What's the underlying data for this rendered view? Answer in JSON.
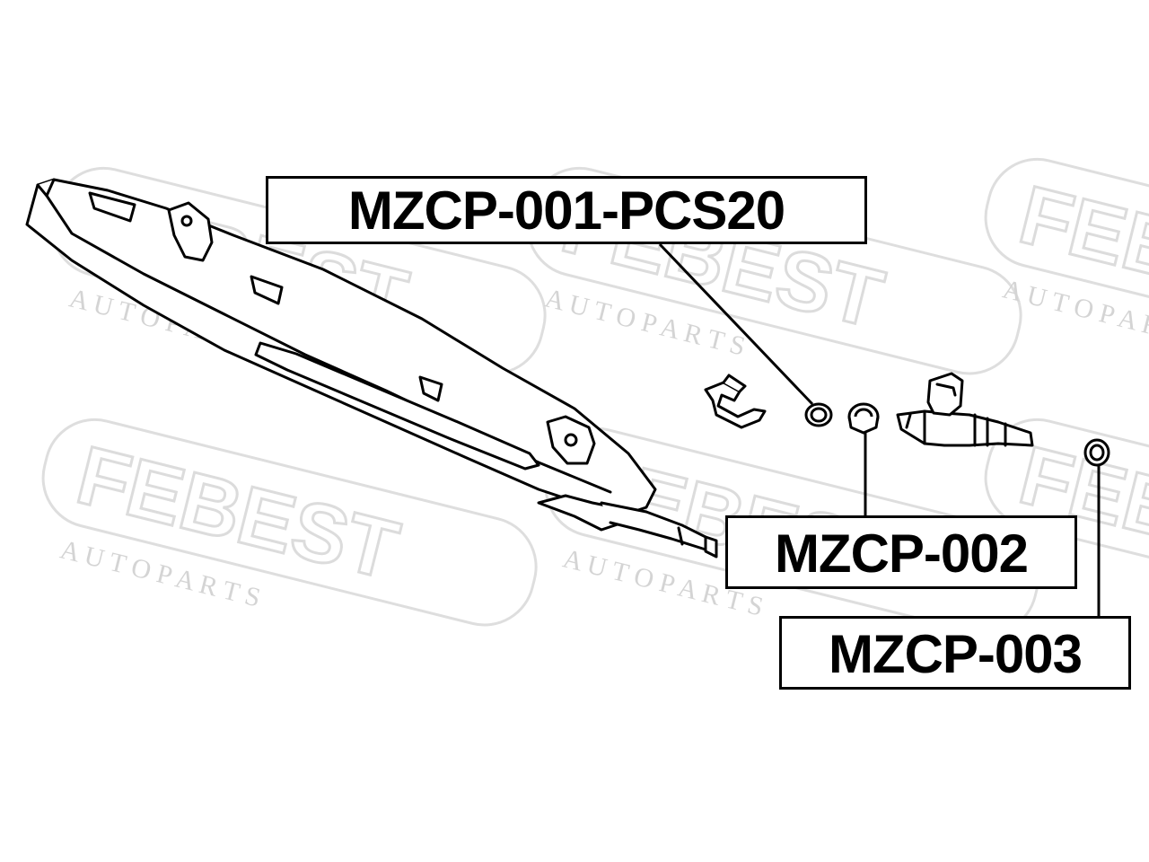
{
  "diagram": {
    "watermark": {
      "brand": "FEBEST",
      "subtitle": "A U T O   P A R T S"
    },
    "parts": [
      {
        "part_number": "MZCP-001-PCS20"
      },
      {
        "part_number": "MZCP-002"
      },
      {
        "part_number": "MZCP-003"
      }
    ]
  },
  "colors": {
    "line": "#000000",
    "watermark": "#e0e0e0",
    "background": "#ffffff"
  }
}
